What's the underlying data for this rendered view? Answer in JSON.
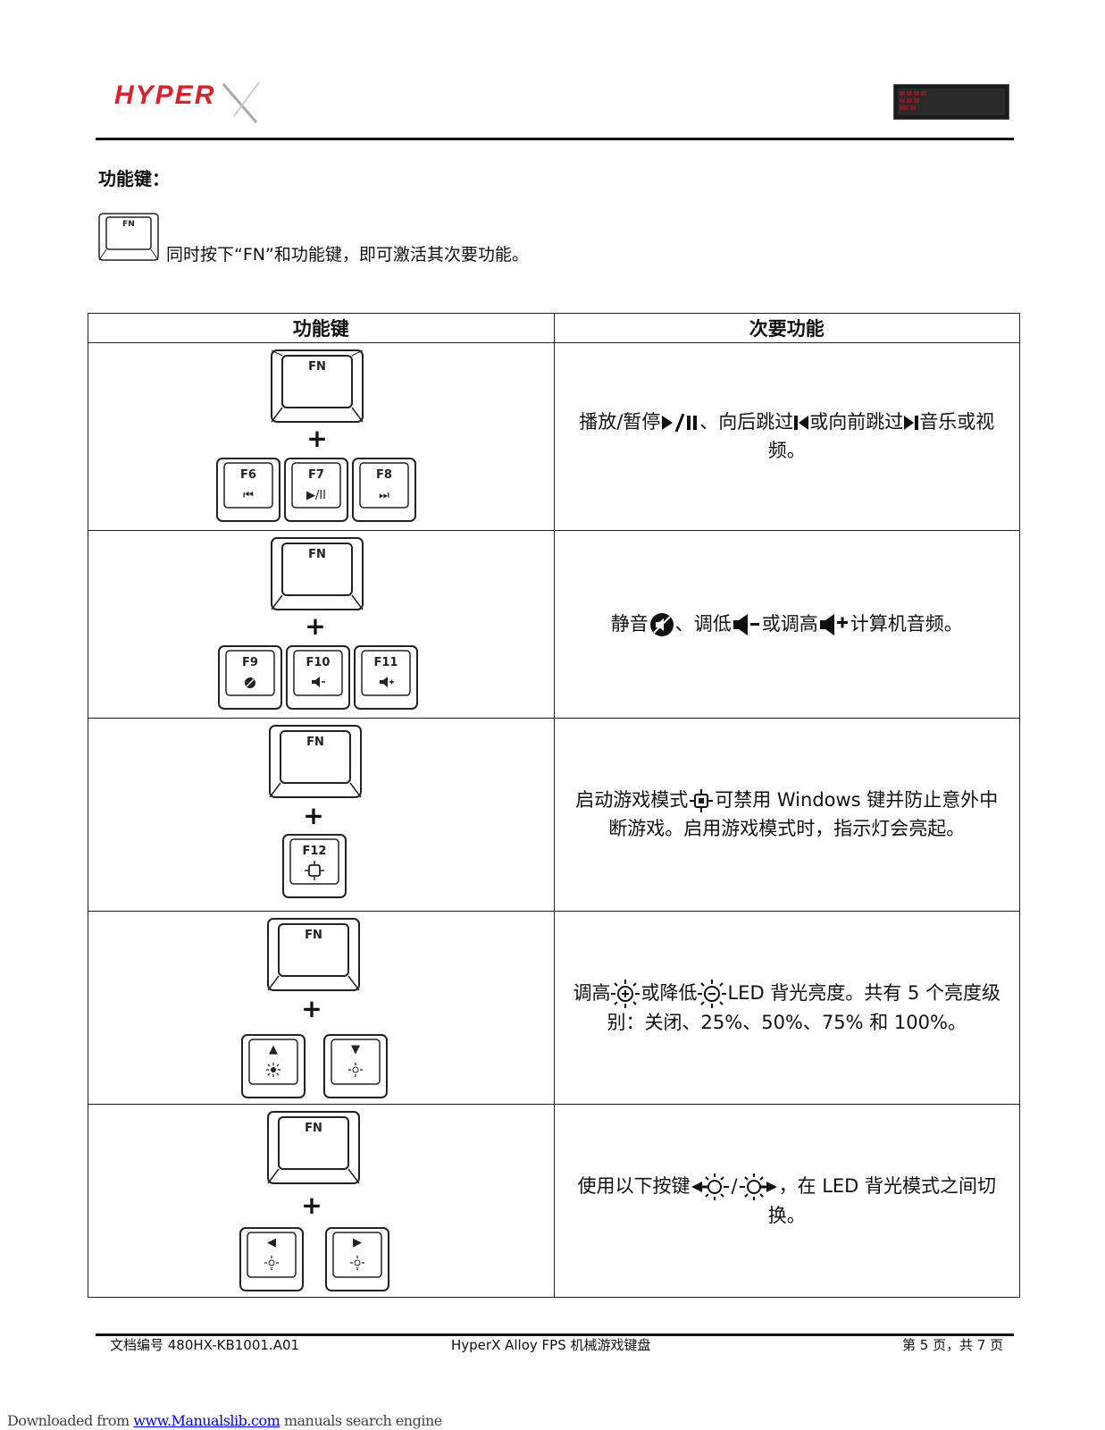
{
  "header": {
    "logo_text": "HYPER"
  },
  "section_title": "功能键：",
  "intro": {
    "key_label": "FN",
    "text": "同时按下“FN”和功能键，即可激活其次要功能。"
  },
  "table": {
    "col_headers": [
      "功能键",
      "次要功能"
    ],
    "rows": [
      {
        "keys": [
          "F6",
          "F7",
          "F8"
        ],
        "glyphs": [
          "⏮",
          "▶/II",
          "⏭"
        ],
        "desc_parts": [
          "播放/暂停",
          "、向后跳过",
          "或向前跳过",
          "音乐或视频。"
        ]
      },
      {
        "keys": [
          "F9",
          "F10",
          "F11"
        ],
        "desc_parts": [
          "静音",
          "、调低",
          "或调高",
          "计算机音频。"
        ]
      },
      {
        "keys": [
          "F12"
        ],
        "desc_parts": [
          "启动游戏模式",
          "可禁用 Windows 键并防止意外中断游戏。启用游戏模式时，指示灯会亮起。"
        ]
      },
      {
        "keys": [
          "▲",
          "▼"
        ],
        "desc_parts": [
          "调高",
          "或降低",
          "LED 背光亮度。共有 5 个亮度级别：关闭、25%、50%、75% 和 100%。"
        ]
      },
      {
        "keys": [
          "◀",
          "▶"
        ],
        "desc_parts": [
          "使用以下按键",
          "/",
          "，在 LED 背光模式之间切换。"
        ]
      }
    ],
    "fn_label": "FN",
    "plus": "+"
  },
  "footer": {
    "doc_no": "文档编号 480HX-KB1001.A01",
    "title": "HyperX Alloy FPS 机械游戏键盘",
    "page": "第 5 页，共 7 页"
  },
  "download": {
    "prefix": "Downloaded from ",
    "link": "www.Manualslib.com",
    "suffix": " manuals search engine"
  }
}
